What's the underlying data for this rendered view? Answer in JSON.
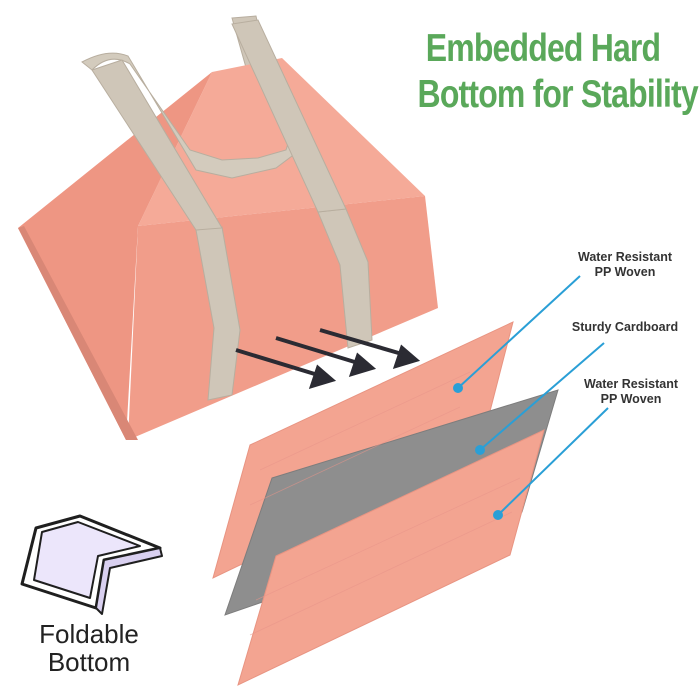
{
  "headline": {
    "line1": "Embedded Hard",
    "line2": "Bottom for Stability"
  },
  "callouts": {
    "top_pp": {
      "line1": "Water Resistant",
      "line2": "PP Woven"
    },
    "cardboard": {
      "line1": "Sturdy Cardboard"
    },
    "bottom_pp": {
      "line1": "Water Resistant",
      "line2": "PP Woven"
    }
  },
  "fold_label": {
    "line1": "Foldable",
    "line2": "Bottom"
  },
  "colors": {
    "bag": "#f2a08f",
    "strap": "#cfc6b8",
    "cardboard": "#8e8e8e",
    "callout_line": "#2a9fd6",
    "headline": "#5aa85a"
  }
}
